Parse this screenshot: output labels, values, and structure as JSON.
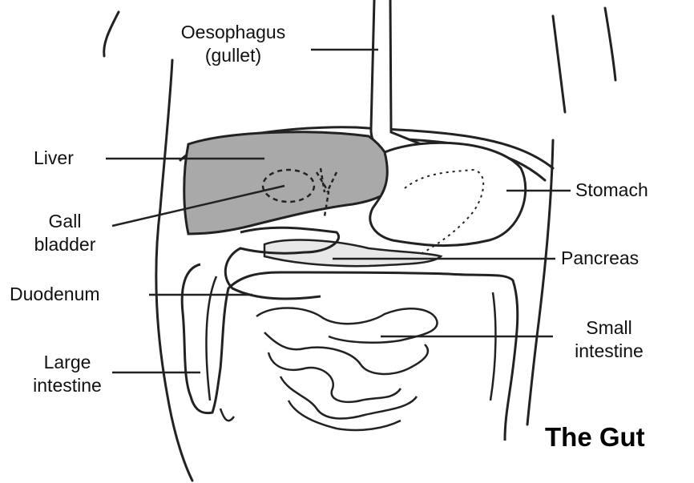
{
  "labels": {
    "oesophagus": [
      "Oesophagus",
      "(gullet)"
    ],
    "liver": "Liver",
    "gall_bladder": [
      "Gall",
      "bladder"
    ],
    "stomach": "Stomach",
    "pancreas": "Pancreas",
    "duodenum": "Duodenum",
    "small_intestine": [
      "Small",
      "intestine"
    ],
    "large_intestine": [
      "Large",
      "intestine"
    ]
  },
  "title": "The Gut"
}
